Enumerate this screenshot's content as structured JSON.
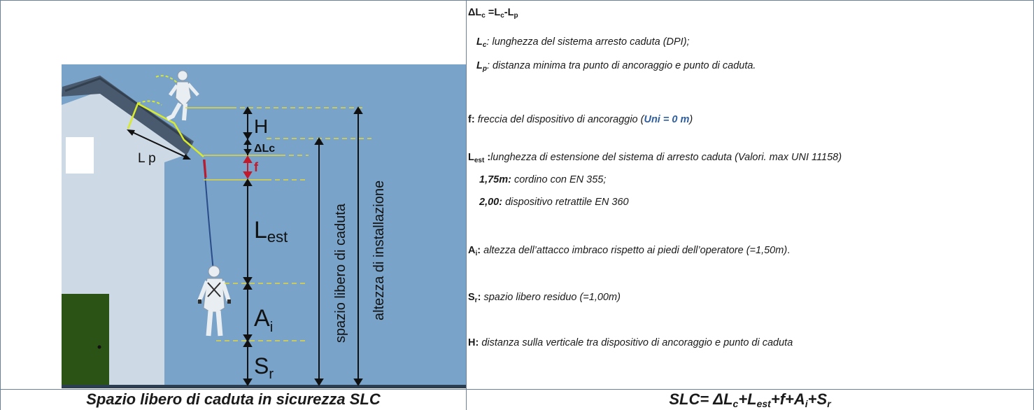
{
  "diagram": {
    "labels": {
      "lp": "L p",
      "h": "H",
      "dlc": "ΔLc",
      "f": "f",
      "lest_main": "L",
      "lest_sub": "est",
      "ai_main": "A",
      "ai_sub": "i",
      "sr_main": "S",
      "sr_sub": "r",
      "spazio": "spazio libero di caduta",
      "altezza": "altezza di installazione"
    },
    "colors": {
      "sky": "#79a3c8",
      "wall": "#cdd9e5",
      "roof": "#4a5a6e",
      "door": "#2b5315",
      "guide": "#e8e03a",
      "rope": "#2a4c8a",
      "f_marker": "#d11a1a"
    }
  },
  "definitions": {
    "dlc": {
      "symbol": "ΔL",
      "sub": "c",
      "eq": " =L",
      "eq_sub1": "c",
      "eq_mid": "-L",
      "eq_sub2": "p"
    },
    "lc": {
      "symbol": "L",
      "sub": "c",
      "text": ": lunghezza del sistema arresto caduta (DPI);"
    },
    "lp": {
      "symbol": "L",
      "sub": "p",
      "text": ": distanza minima tra punto di ancoraggio e punto di caduta."
    },
    "f": {
      "symbol": "f:",
      "text": " freccia del dispositivo di ancoraggio (",
      "highlight": "Uni = 0 m",
      "close": ")"
    },
    "lest": {
      "symbol": "L",
      "sub": "est",
      "colon": " :",
      "text": "lunghezza di estensione del sistema di arresto caduta (Valori. max UNI 11158)"
    },
    "lest_item1": {
      "value": "1,75m:",
      "text": " cordino con EN 355;"
    },
    "lest_item2": {
      "value": "2,00:",
      "text": " dispositivo retrattile EN 360"
    },
    "ai": {
      "symbol": "A",
      "sub": "i",
      "colon": ":",
      "text": " altezza dell’attacco imbraco rispetto ai piedi dell’operatore (=1,50m)",
      "end": "."
    },
    "sr": {
      "symbol": "S",
      "sub": "r",
      "colon": ":",
      "text": " spazio libero residuo (=1,00m)"
    },
    "h": {
      "symbol": "H:",
      "text": " distanza sulla verticale tra dispositivo di ancoraggio e punto di caduta"
    }
  },
  "captions": {
    "left": "Spazio libero di caduta in sicurezza SLC",
    "formula": {
      "prefix": "SLC= ΔL",
      "s1": "c",
      "p2": "+L",
      "s2": "est",
      "p3": "+f+A",
      "s3": "i",
      "p4": "+S",
      "s4": "r"
    }
  }
}
